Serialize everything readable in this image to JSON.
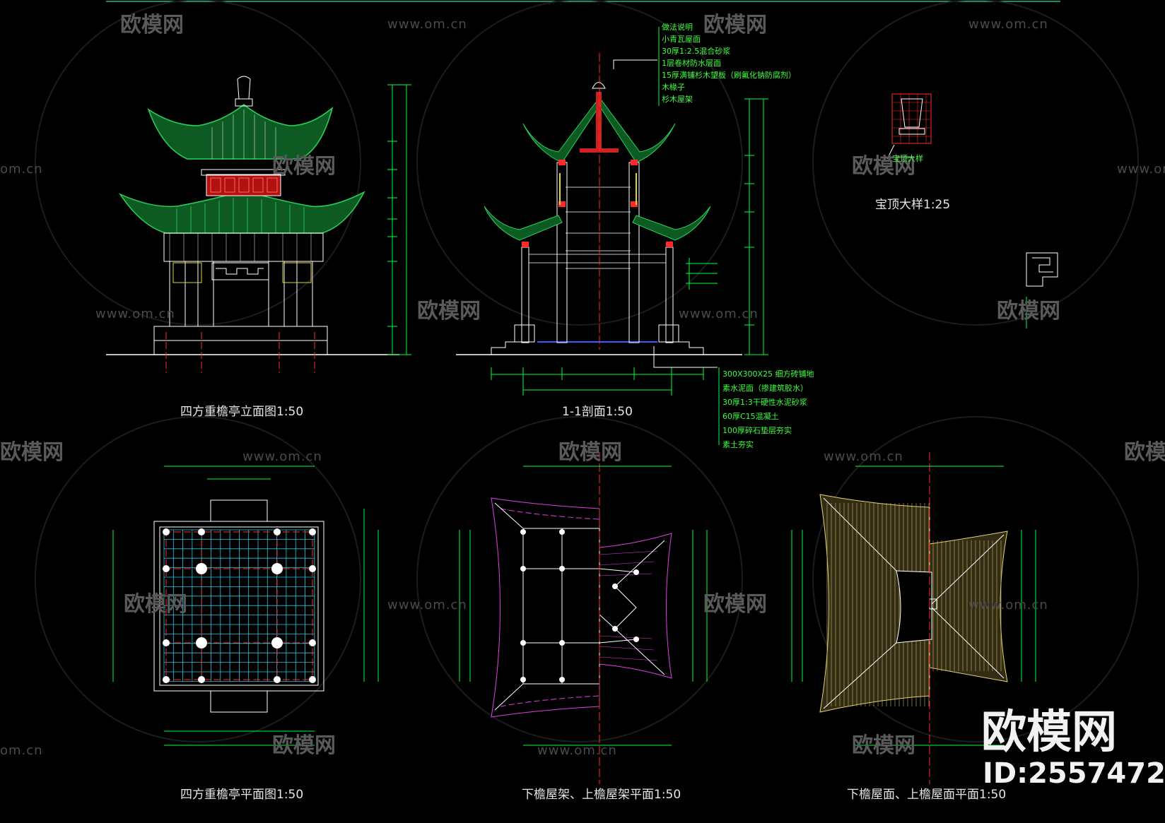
{
  "watermark": {
    "brand_text": "欧模网",
    "url_text": "www.om.cn",
    "short_url": "om.cn"
  },
  "captions": {
    "elevation": "四方重檐亭立面图1:50",
    "section": "1-1剖面1:50",
    "finial_detail": "宝顶大样1:25",
    "plan": "四方重檐亭平面图1:50",
    "roof_frame_plan": "下檐屋架、上檐屋架平面1:50",
    "roof_surface_plan": "下檐屋面、上檐屋面平面1:50"
  },
  "roof_notes": [
    "做法说明",
    "小青瓦屋面",
    "30厚1:2.5混合砂浆",
    "1层卷材防水层面",
    "15厚满铺杉木望板（刷氟化钠防腐剂）",
    "木椽子",
    "杉木屋架"
  ],
  "floor_notes": [
    "300X300X25 细方砖铺地",
    "素水泥面（掺建筑胶水）",
    "30厚1:3干硬性水泥砂浆",
    "60厚C15混凝土",
    "100厚碎石垫层夯实",
    "素土夯实"
  ],
  "finial_note": "宝顶大样",
  "badge": {
    "brand": "欧模网",
    "id": "ID:2557472"
  },
  "colors": {
    "background": "#000000",
    "dimension_green": "#00ff3c",
    "roof_green": "#1fa84b",
    "structure_white": "#ffffff",
    "accent_red": "#ff2a2a",
    "grid_cyan": "#29c6e6",
    "rafter_magenta": "#e040e0",
    "surface_yellow": "#e6d27a"
  }
}
